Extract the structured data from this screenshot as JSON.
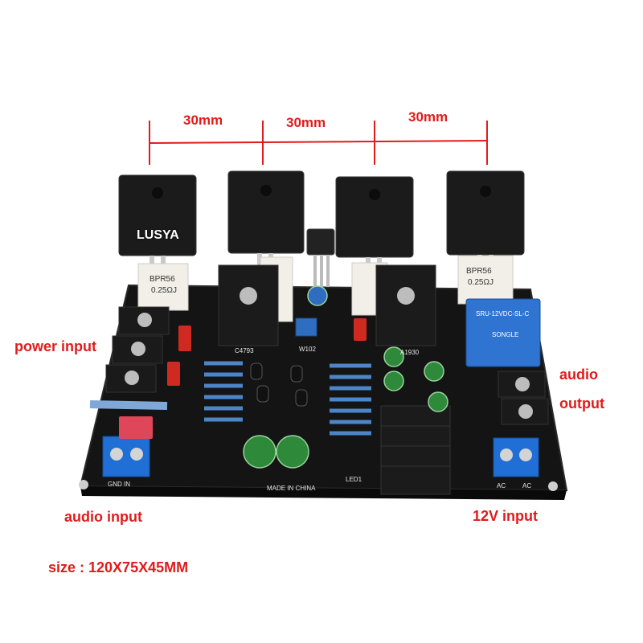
{
  "dimensions": {
    "left": "30mm",
    "middle": "30mm",
    "right": "30mm"
  },
  "brand_watermark": "LUSYA",
  "callouts": {
    "power_input": "power input",
    "audio_input": "audio input",
    "audio_output_line1": "audio",
    "audio_output_line2": "output",
    "dc_input": "12V input",
    "size": "size : 120X75X45MM"
  },
  "board_markings": {
    "gnd_in": "GND IN",
    "made_in": "MADE IN CHINA",
    "ac_left": "AC",
    "ac_right": "AC",
    "led": "LED1",
    "relay_model": "SRU-12VDC-SL-C",
    "relay_brand": "SONGLE",
    "resistor_a": "BPR56",
    "resistor_a_value": "0.25ΩJ",
    "resistor_b": "BPR56",
    "resistor_b_value": "0.25ΩJ",
    "cap_label": "C4793",
    "cap_label_2": "A1930",
    "pot_label": "W102"
  },
  "colors": {
    "annotation_red": "#e11b1b",
    "board_black": "#141414",
    "terminal_blue": "#1f6fd6",
    "relay_blue": "#2f74d0",
    "heatsink_black": "#1b1b1b",
    "ceramic_white": "#f1efe8",
    "film_cap_red": "#d02a20",
    "electrolytic_green": "#2e8a3a"
  }
}
